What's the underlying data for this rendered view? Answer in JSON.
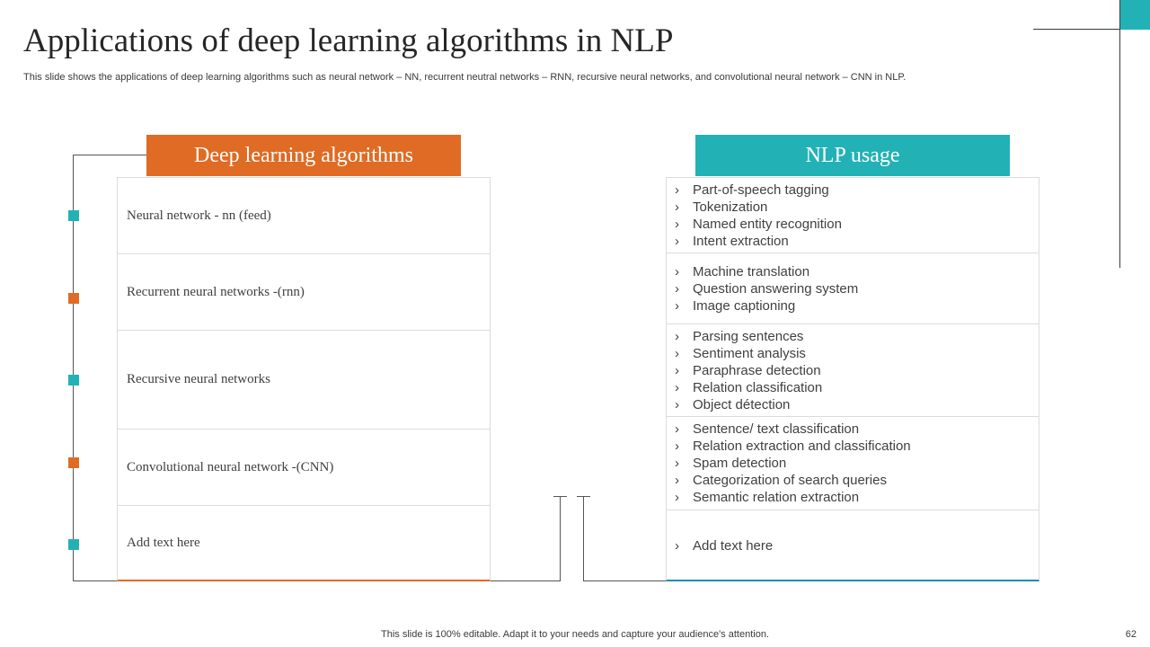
{
  "title": "Applications of deep learning algorithms in NLP",
  "subtitle": "This slide shows the applications of deep learning algorithms such as neural network – NN, recurrent neutral networks – RNN, recursive neural networks, and convolutional neural network – CNN in NLP.",
  "left_header": "Deep learning algorithms",
  "right_header": "NLP usage",
  "algorithms": [
    "Neural network - nn (feed)",
    "Recurrent neural networks -(rnn)",
    "Recursive neural networks",
    "Convolutional  neural network -(CNN)",
    "Add text here"
  ],
  "usages": [
    [
      "Part-of-speech tagging",
      "Tokenization",
      "Named entity recognition",
      "Intent  extraction"
    ],
    [
      "Machine translation",
      "Question answering system",
      "Image captioning"
    ],
    [
      "Parsing sentences",
      "Sentiment analysis",
      "Paraphrase detection",
      "Relation classification",
      "Object détection"
    ],
    [
      "Sentence/ text classification",
      "Relation extraction and classification",
      "Spam detection",
      "Categorization of search queries",
      "Semantic relation extraction"
    ],
    [
      "Add text here"
    ]
  ],
  "bullet_glyph": "›",
  "footer": "This slide is 100% editable. Adapt it to your needs and capture your audience's attention.",
  "page_number": "62",
  "colors": {
    "orange": "#e06b24",
    "teal": "#22b2b6",
    "blue_accent": "#1a8fa6"
  }
}
